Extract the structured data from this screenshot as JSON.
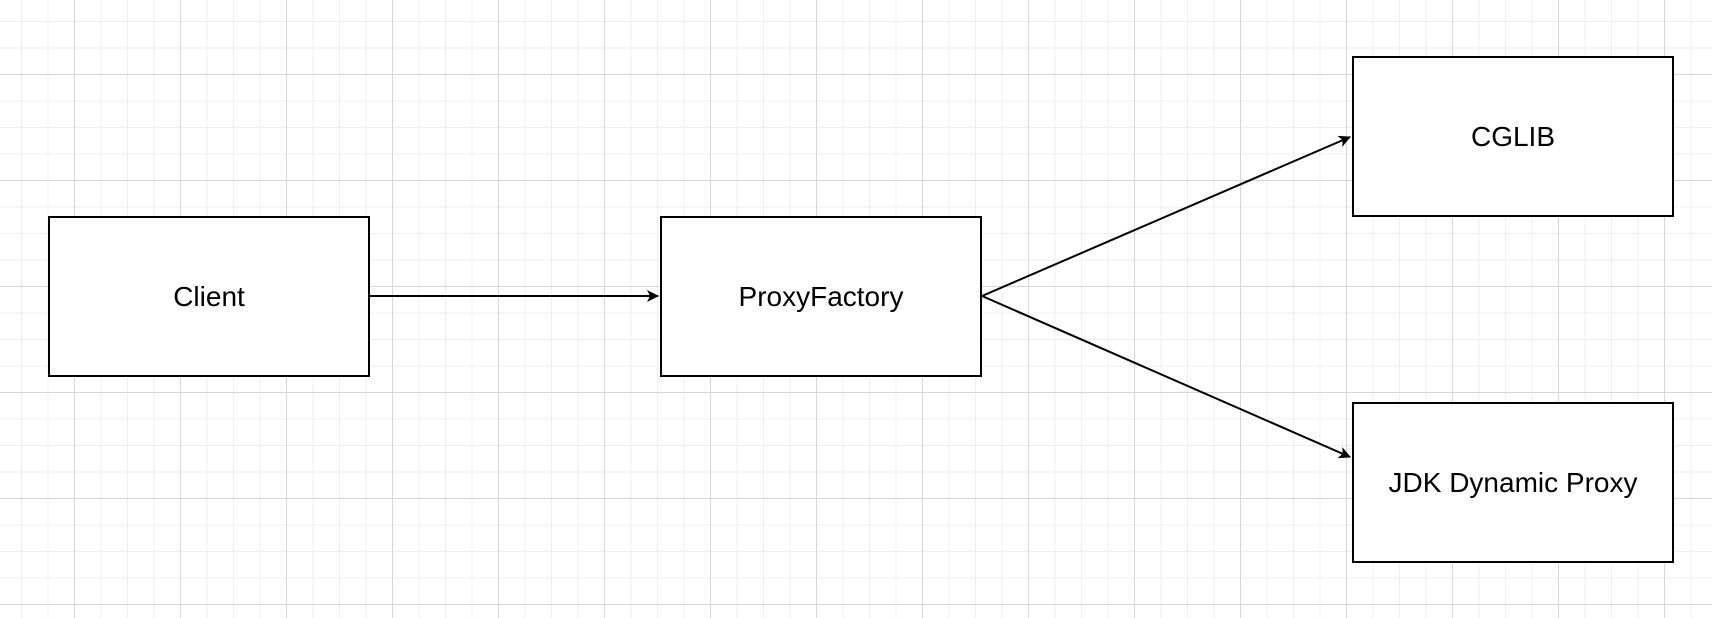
{
  "diagram": {
    "nodes": [
      {
        "id": "client",
        "label": "Client"
      },
      {
        "id": "proxy-factory",
        "label": "ProxyFactory"
      },
      {
        "id": "cglib",
        "label": "CGLIB"
      },
      {
        "id": "jdk-dynamic-proxy",
        "label": "JDK Dynamic Proxy"
      }
    ],
    "edges": [
      {
        "from": "client",
        "to": "proxy-factory"
      },
      {
        "from": "proxy-factory",
        "to": "cglib"
      },
      {
        "from": "proxy-factory",
        "to": "jdk-dynamic-proxy"
      }
    ]
  },
  "colors": {
    "stroke": "#000000",
    "node_fill": "#ffffff",
    "grid_major": "#d6d6d6",
    "grid_minor": "#efefef",
    "background": "#ffffff"
  }
}
